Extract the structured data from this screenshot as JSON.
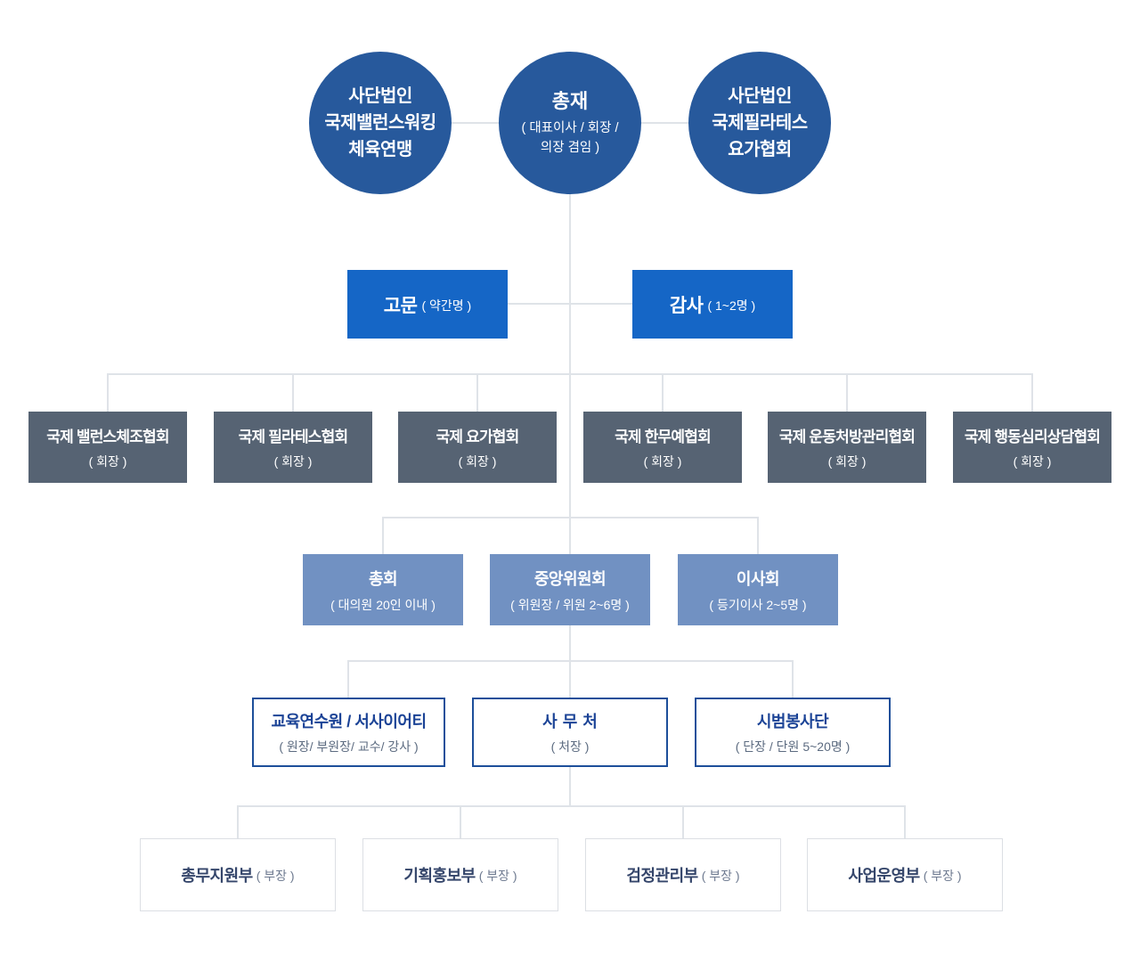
{
  "palette": {
    "circle_navy": "#27599c",
    "primary_blue": "#1566c6",
    "slate_gray": "#566373",
    "medium_blue": "#7191c2",
    "outline_blue": "#1d4f9a",
    "title_navy": "#1b4396",
    "dept_text_navy": "#35466b",
    "subtitle_gray": "#5c6b80",
    "connector_gray": "#dfe3e8",
    "dept_border_gray": "#dcdfe4"
  },
  "org": {
    "left_circle": {
      "lines": [
        "사단법인",
        "국제밸런스워킹",
        "체육연맹"
      ]
    },
    "president": {
      "title": "총재",
      "subtitle_lines": [
        "( 대표이사 / 회장 /",
        "의장 겸임 )"
      ]
    },
    "right_circle": {
      "lines": [
        "사단법인",
        "국제필라테스",
        "요가협회"
      ]
    },
    "advisor": {
      "title": "고문",
      "subtitle": "( 약간명 )"
    },
    "auditor": {
      "title": "감사",
      "subtitle": "( 1~2명 )"
    },
    "associations": [
      {
        "title": "국제 밸런스체조협회",
        "subtitle": "( 회장 )"
      },
      {
        "title": "국제 필라테스협회",
        "subtitle": "( 회장 )"
      },
      {
        "title": "국제 요가협회",
        "subtitle": "( 회장 )"
      },
      {
        "title": "국제 한무예협회",
        "subtitle": "( 회장 )"
      },
      {
        "title": "국제 운동처방관리협회",
        "subtitle": "( 회장 )"
      },
      {
        "title": "국제 행동심리상담협회",
        "subtitle": "( 회장 )"
      }
    ],
    "councils": [
      {
        "title": "총회",
        "subtitle": "( 대의원 20인 이내 )"
      },
      {
        "title": "중앙위원회",
        "subtitle": "( 위원장 /  위원 2~6명 )"
      },
      {
        "title": "이사회",
        "subtitle": "( 등기이사 2~5명 )"
      }
    ],
    "offices": [
      {
        "title": "교육연수원 / 서사이어티",
        "subtitle": "( 원장/ 부원장/ 교수/ 강사 )"
      },
      {
        "title": "사무처",
        "subtitle": "( 처장 )"
      },
      {
        "title": "시범봉사단",
        "subtitle": "( 단장 / 단원 5~20명 )"
      }
    ],
    "departments": [
      {
        "title": "총무지원부",
        "subtitle": "( 부장 )"
      },
      {
        "title": "기획홍보부",
        "subtitle": "( 부장 )"
      },
      {
        "title": "검정관리부",
        "subtitle": "( 부장 )"
      },
      {
        "title": "사업운영부",
        "subtitle": "( 부장 )"
      }
    ]
  }
}
